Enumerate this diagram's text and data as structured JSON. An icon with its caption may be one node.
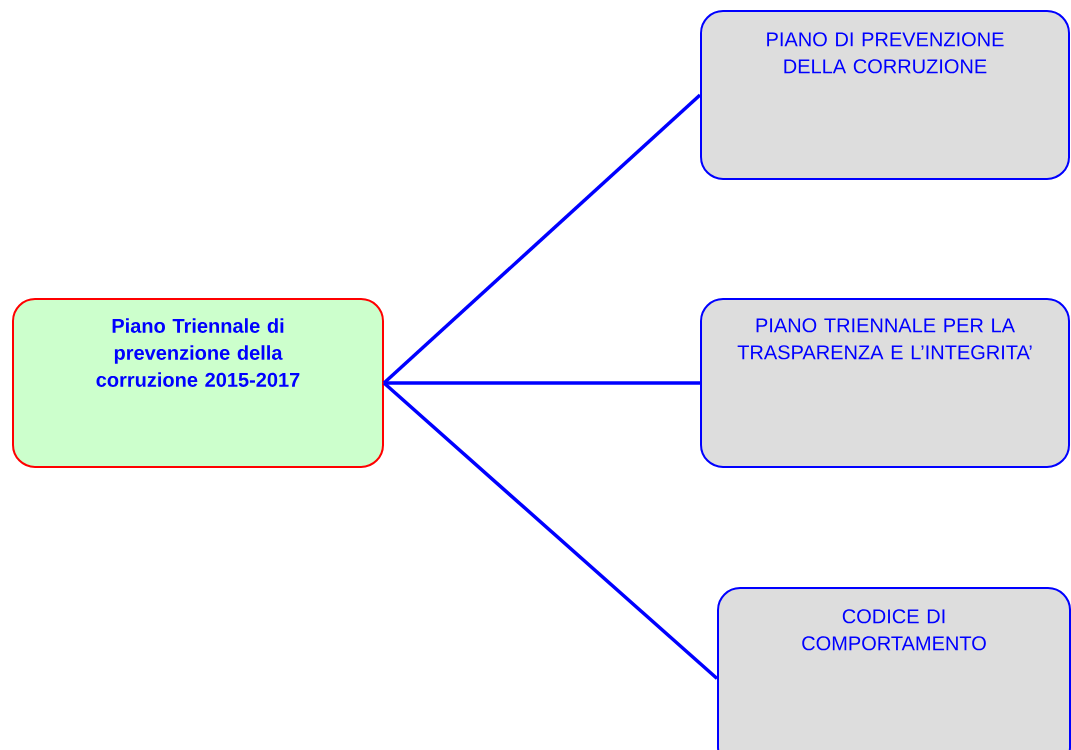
{
  "diagram": {
    "nodes": [
      {
        "text": [
          "Piano Triennale di prevenzione della corruzione 2015-2017"
        ]
      },
      {
        "text": [
          "PIANO DI PREVENZIONE DELLA CORRUZIONE"
        ]
      },
      {
        "text": [
          "PIANO TRIENNALE PER LA TRASPARENZA E L’INTEGRITA’"
        ]
      },
      {
        "text": [
          "CODICE DI COMPORTAMENTO"
        ]
      }
    ],
    "edges": [
      {
        "from": 0,
        "to": 1,
        "arrow": "none"
      },
      {
        "from": 0,
        "to": 2,
        "arrow": "none"
      },
      {
        "from": 0,
        "to": 3,
        "arrow": "none"
      }
    ]
  }
}
